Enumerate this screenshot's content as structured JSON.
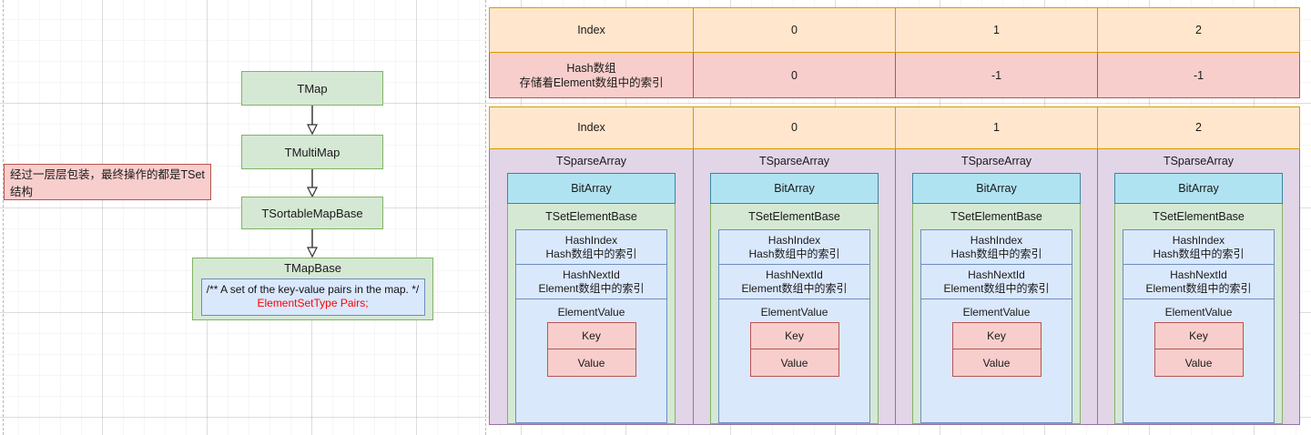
{
  "theme": {
    "green_fill": "#d5e8d4",
    "green_stroke": "#82b366",
    "red_fill": "#f8cecc",
    "red_stroke": "#b85450",
    "blue_fill": "#dae8fc",
    "blue_stroke": "#6c8ebf",
    "orange_fill": "#ffe6cc",
    "orange_stroke": "#d79b00",
    "purple_fill": "#e1d5e7",
    "purple_stroke": "#9673a6",
    "cyan_fill": "#b0e3f1",
    "cyan_stroke": "#3d85a0",
    "code_accent": "#ff0000",
    "canvas_bg": "#ffffff"
  },
  "flowchart": {
    "note": "经过一层层包装，最终操作的都是TSet结构",
    "nodes": [
      {
        "label": "TMap"
      },
      {
        "label": "TMultiMap"
      },
      {
        "label": "TSortableMapBase"
      }
    ],
    "leaf": {
      "title": "TMapBase",
      "code_comment": "/** A set of the key-value pairs in the map. */",
      "code_decl": "ElementSetType Pairs;"
    }
  },
  "hash_table": {
    "row_index_label": "Index",
    "row_hash_label_line1": "Hash数组",
    "row_hash_label_line2": "存储着Element数组中的索引",
    "index_values": [
      "0",
      "1",
      "2"
    ],
    "hash_values": [
      "0",
      "-1",
      "-1"
    ]
  },
  "element_table": {
    "row_index_label": "Index",
    "index_values": [
      "0",
      "1",
      "2"
    ],
    "columns": [
      {
        "sparse_label": "TSparseArray",
        "bitarray_label": "BitArray",
        "setelement_label": "TSetElementBase",
        "hashindex_line1": "HashIndex",
        "hashindex_line2": "Hash数组中的索引",
        "hashnextid_line1": "HashNextId",
        "hashnextid_line2": "Element数组中的索引",
        "elementvalue_label": "ElementValue",
        "key_label": "Key",
        "value_label": "Value"
      },
      {
        "sparse_label": "TSparseArray",
        "bitarray_label": "BitArray",
        "setelement_label": "TSetElementBase",
        "hashindex_line1": "HashIndex",
        "hashindex_line2": "Hash数组中的索引",
        "hashnextid_line1": "HashNextId",
        "hashnextid_line2": "Element数组中的索引",
        "elementvalue_label": "ElementValue",
        "key_label": "Key",
        "value_label": "Value"
      },
      {
        "sparse_label": "TSparseArray",
        "bitarray_label": "BitArray",
        "setelement_label": "TSetElementBase",
        "hashindex_line1": "HashIndex",
        "hashindex_line2": "Hash数组中的索引",
        "hashnextid_line1": "HashNextId",
        "hashnextid_line2": "Element数组中的索引",
        "elementvalue_label": "ElementValue",
        "key_label": "Key",
        "value_label": "Value"
      },
      {
        "sparse_label": "TSparseArray",
        "bitarray_label": "BitArray",
        "setelement_label": "TSetElementBase",
        "hashindex_line1": "HashIndex",
        "hashindex_line2": "Hash数组中的索引",
        "hashnextid_line1": "HashNextId",
        "hashnextid_line2": "Element数组中的索引",
        "elementvalue_label": "ElementValue",
        "key_label": "Key",
        "value_label": "Value"
      }
    ]
  }
}
